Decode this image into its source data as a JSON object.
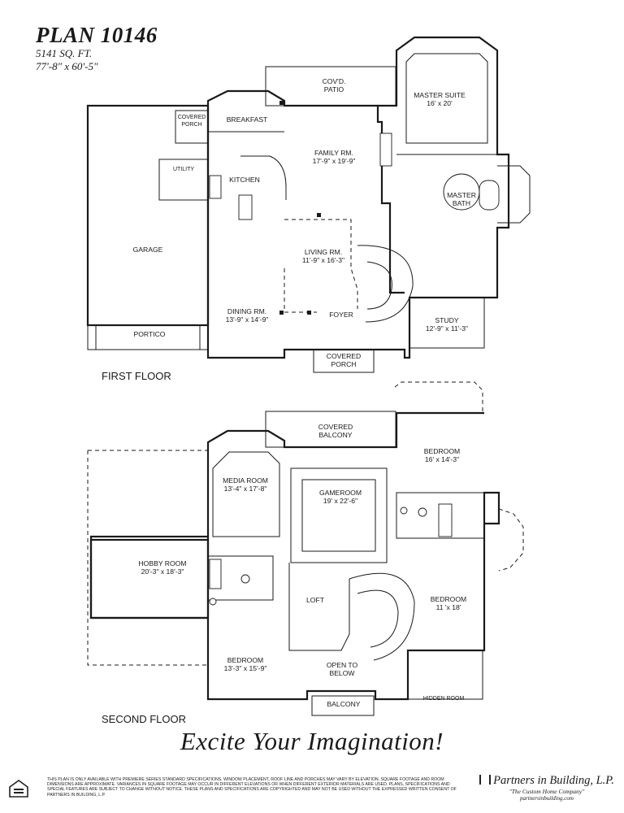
{
  "plan": {
    "title": "PLAN 10146",
    "sqft": "5141 SQ. FT.",
    "dimensions": "77'-8\" x 60'-5\""
  },
  "first_floor": {
    "label": "FIRST FLOOR",
    "rooms": [
      {
        "id": "covd-patio",
        "name": "COV'D.",
        "size": "PATIO"
      },
      {
        "id": "breakfast",
        "name": "BREAKFAST",
        "size": ""
      },
      {
        "id": "covered-porch-side",
        "name": "COVERED",
        "size": "PORCH"
      },
      {
        "id": "master-suite",
        "name": "MASTER SUITE",
        "size": "16' x 20'"
      },
      {
        "id": "family-rm",
        "name": "FAMILY RM.",
        "size": "17'-9\" x 19'-9\""
      },
      {
        "id": "utility",
        "name": "UTILITY",
        "size": ""
      },
      {
        "id": "kitchen",
        "name": "KITCHEN",
        "size": ""
      },
      {
        "id": "master-bath",
        "name": "MASTER",
        "size": "BATH"
      },
      {
        "id": "garage",
        "name": "GARAGE",
        "size": ""
      },
      {
        "id": "living-rm",
        "name": "LIVING RM.",
        "size": "11'-9\" x 16'-3\""
      },
      {
        "id": "dining-rm",
        "name": "DINING RM.",
        "size": "13'-9\" x 14'-9\""
      },
      {
        "id": "foyer",
        "name": "FOYER",
        "size": ""
      },
      {
        "id": "study",
        "name": "STUDY",
        "size": "12'-9\" x 11'-3\""
      },
      {
        "id": "portico",
        "name": "PORTICO",
        "size": ""
      },
      {
        "id": "covered-porch-front",
        "name": "COVERED",
        "size": "PORCH"
      }
    ]
  },
  "second_floor": {
    "label": "SECOND FLOOR",
    "rooms": [
      {
        "id": "covered-balcony",
        "name": "COVERED",
        "size": "BALCONY"
      },
      {
        "id": "bedroom-ne",
        "name": "BEDROOM",
        "size": "16' x 14'-3\""
      },
      {
        "id": "media-room",
        "name": "MEDIA ROOM",
        "size": "13'-4\" x 17'-8\""
      },
      {
        "id": "gameroom",
        "name": "GAMEROOM",
        "size": "19' x 22'-6\""
      },
      {
        "id": "hobby-room",
        "name": "HOBBY ROOM",
        "size": "20'-3\" x 18'-3\""
      },
      {
        "id": "loft",
        "name": "LOFT",
        "size": ""
      },
      {
        "id": "bedroom-e",
        "name": "BEDROOM",
        "size": "11 'x 18'"
      },
      {
        "id": "bedroom-s",
        "name": "BEDROOM",
        "size": "13'-3\" x 15'-9\""
      },
      {
        "id": "open-to-below",
        "name": "OPEN TO",
        "size": "BELOW"
      },
      {
        "id": "hidden-room",
        "name": "HIDDEN ROOM",
        "size": ""
      },
      {
        "id": "balcony",
        "name": "BALCONY",
        "size": ""
      }
    ]
  },
  "tagline": "Excite Your Imagination!",
  "disclaimer": "This plan is only available with premiere series standard specifications. Window placement, roof line and porches may vary by elevation. Square footage and room dimensions are approximate. Variances in square footage may occur in different elevations or when different exterior materials are used. Plans, specifications and special features are subject to change without notice. These plans and specifications are copyrighted and may not be used without the expressed written consent of Partners in Building, L.P.",
  "brand": {
    "name": "Partners in Building, L.P.",
    "tagline": "\"The Custom Home Company\"",
    "url": "partnersinbuilding.com"
  },
  "icons": {
    "equal_housing": "equal-housing-icon",
    "brand_logo": "column-logo-icon"
  }
}
